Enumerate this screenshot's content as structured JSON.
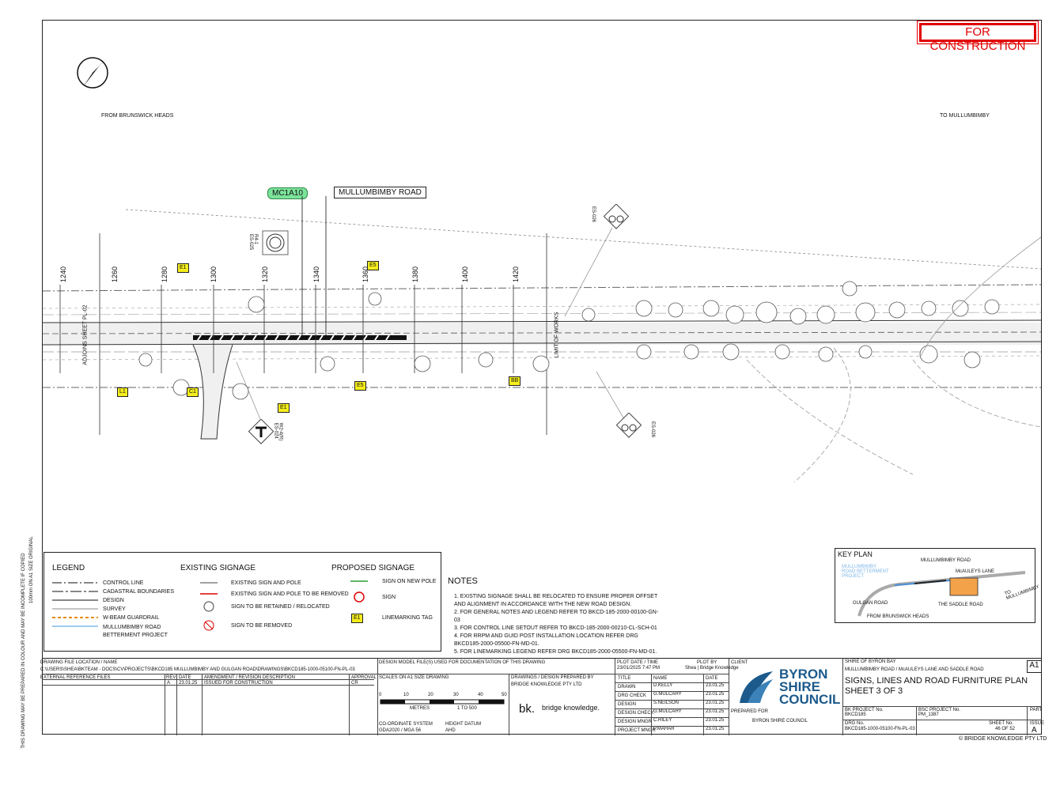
{
  "stamp": "FOR CONSTRUCTION",
  "directions": {
    "from": "FROM BRUNSWICK HEADS",
    "to": "TO MULLUMBIMBY"
  },
  "callouts": {
    "mc": "MC1A10",
    "road": "MULLUMBIMBY ROAD"
  },
  "chainages": [
    "1240",
    "1260",
    "1280",
    "1300",
    "1320",
    "1340",
    "1360",
    "1380",
    "1400",
    "1420"
  ],
  "plan_labels": {
    "adjoins": "ADJOINS SHEET PL-02",
    "limit": "LIMIT OF WORKS",
    "sign1": "R4-1\nES-025",
    "sign2": "ES-026",
    "sign3": "W2-4(R)\nES-024",
    "sign4": "ES-026"
  },
  "tags": [
    "E1",
    "E5",
    "L1",
    "C1",
    "E5",
    "E1",
    "BB"
  ],
  "legend": {
    "title": "LEGEND",
    "items": [
      "CONTROL LINE",
      "CADASTRAL BOUNDARIES",
      "DESIGN",
      "SURVEY",
      "W-BEAM GUARDRAIL",
      "MULLUMBIMBY ROAD\nBETTERMENT PROJECT"
    ],
    "existing_title": "EXISTING SIGNAGE",
    "existing": [
      "EXISTING SIGN AND POLE",
      "EXISTING SIGN AND POLE TO BE REMOVED",
      "SIGN TO BE RETAINED / RELOCATED",
      "SIGN TO BE REMOVED"
    ],
    "proposed_title": "PROPOSED SIGNAGE",
    "proposed": [
      "SIGN ON NEW POLE",
      "SIGN",
      "LINEMARKING TAG"
    ],
    "tag": "E1"
  },
  "notes": {
    "title": "NOTES",
    "items": [
      "1. EXISTING SIGNAGE SHALL BE RELOCATED TO ENSURE PROPER OFFSET AND ALIGNMENT IN ACCORDANCE WITH THE NEW ROAD DESIGN.",
      "2. FOR GENERAL NOTES AND LEGEND REFER TO BKCD-185-2000-00100-GN-03",
      "3. FOR CONTROL LINE SETOUT REFER TO BKCD-185-2000-00210-CL-SCH-01",
      "4. FOR RRPM AND GUID POST INSTALLATION LOCATION REFER DRG BKCD185-2000-05500-FN-MD-01.",
      "5. FOR LINEMARKING LEGEND REFER DRG BKCD185-2000-05500-FN-MD-01."
    ]
  },
  "keyplan": {
    "title": "KEY PLAN",
    "labels": [
      "MULLUMBIMBY ROAD",
      "McAULEYS LANE",
      "MULLUMBIMBY ROAD BETTERMENT PROJECT",
      "GULGAN ROAD",
      "THE SADDLE ROAD",
      "FROM BRUNSWICK HEADS",
      "TO MULLUMBIMBY"
    ]
  },
  "titleblock": {
    "file_label": "DRAWING FILE LOCATION / NAME",
    "file_path": "C:\\USERS\\SHEA\\BKTEAM - DOCS\\CV\\PROJECTS\\BKCD185 MULLUMBIMBY AND GULGAN ROAD\\DRAWINGS\\BKCD185-1000-05100-FN-PL-03",
    "model_label": "DESIGN MODEL FILE(S) USED FOR DOCUMENTATION OF THIS DRAWING",
    "ext_ref": "EXTERNAL REFERENCE FILES",
    "rev_hdr": [
      "REV",
      "DATE",
      "AMENDMENT / REVISION DESCRIPTION",
      "APPROVAL"
    ],
    "rev_row": [
      "A",
      "23.01.25",
      "ISSUED FOR CONSTRUCTION",
      "CR"
    ],
    "scales_label": "SCALES ON A1 SIZE DRAWING",
    "scale_ticks": [
      "0",
      "10",
      "20",
      "30",
      "40",
      "50"
    ],
    "scale_units": "METRES",
    "scale_ratio": "1 TO 500",
    "coord_label": "CO-ORDINATE SYSTEM",
    "coord": "GDA2020 / MGA 56",
    "height_label": "HEIGHT DATUM",
    "height": "AHD",
    "prepared_label": "DRAWINGS / DESIGN PREPARED BY",
    "prepared": "BRIDGE KNOWLEDGE PTY LTD",
    "bk_logo": "bridge knowledge.",
    "plot_label": "PLOT DATE / TIME",
    "plot": "23/01/2025 7:47 PM",
    "plotby_label": "PLOT BY",
    "plotby": "Shea | Bridge Knowledge",
    "people": [
      [
        "TITLE",
        "NAME",
        "DATE"
      ],
      [
        "DRAWN",
        "D.KELLY",
        "23.01.25"
      ],
      [
        "DRG CHECK",
        "G.MULCAHY",
        "23.01.25"
      ],
      [
        "DESIGN",
        "S.NEILSON",
        "23.01.25"
      ],
      [
        "DESIGN CHECK",
        "G.MULCAHY",
        "23.01.25"
      ],
      [
        "DESIGN MNGR",
        "C.RILEY",
        "23.01.25"
      ],
      [
        "PROJECT MNGR",
        "P.MAHAR",
        "23.01.25"
      ]
    ],
    "client_label": "CLIENT",
    "council": [
      "BYRON",
      "SHIRE",
      "COUNCIL"
    ],
    "prepared_for_label": "PREPARED FOR",
    "prepared_for": "BYRON SHIRE COUNCIL",
    "shire": "SHIRE OF BYRON BAY",
    "roads": "MULLUMBIMBY ROAD / McAULEYS LANE AND SADDLE ROAD",
    "title": "SIGNS, LINES AND ROAD FURNITURE PLAN",
    "sheet_of": "SHEET 3 OF 3",
    "size": "A1",
    "bk_proj_label": "BK PROJECT No.",
    "bk_proj": "BKCD185",
    "bsc_label": "BSC PROJECT No.",
    "bsc": "PM_1387",
    "part_label": "PART",
    "drg_label": "DRG No.",
    "drg": "BKCD185-1000-05100-FN-PL-03",
    "sheet_label": "SHEET No.",
    "sheet": "46 OF 52",
    "issue_label": "ISSUE",
    "issue": "A",
    "copyright": "© BRIDGE KNOWLEDGE PTY LTD",
    "side_note": "THIS DRAWING MAY BE PREPARED IN COLOUR AND MAY BE INCOMPLETE IF COPIED",
    "side_scale": "100mm ON A1 SIZE ORIGINAL"
  }
}
